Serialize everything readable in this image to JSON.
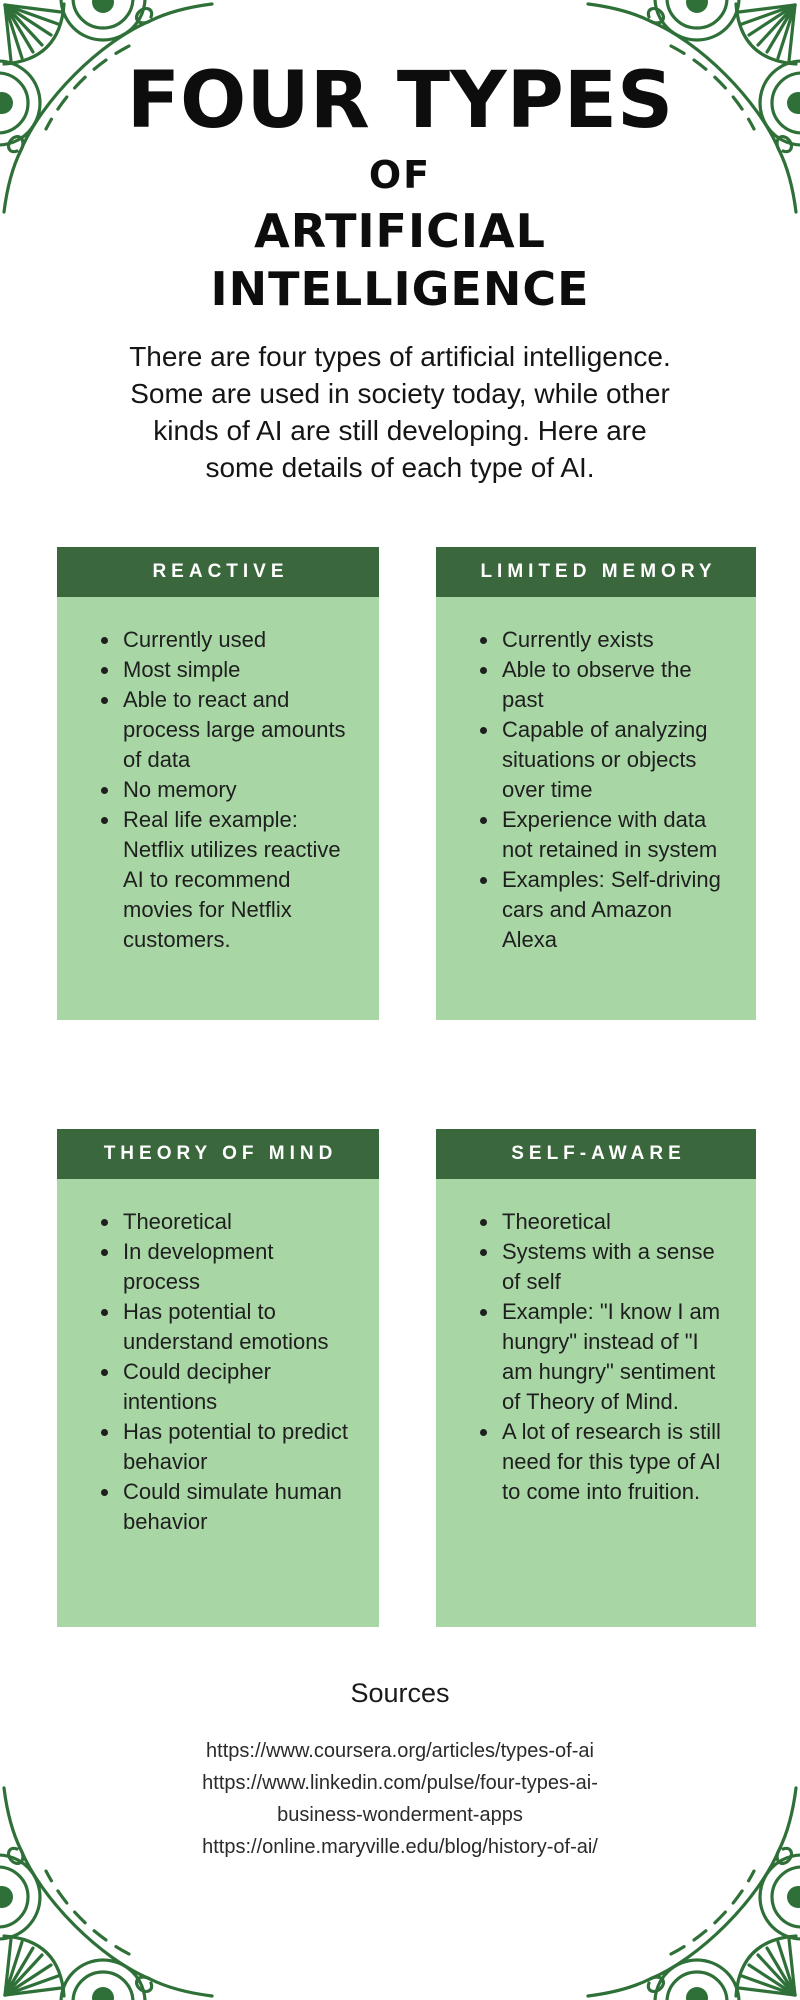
{
  "title": {
    "lines": [
      "FOUR TYPES",
      "OF",
      "ARTIFICIAL",
      "INTELLIGENCE"
    ]
  },
  "intro": "There are four types of artificial intelligence. Some are used in society today, while other kinds of AI are still developing. Here are some details of each type of AI.",
  "cards": [
    {
      "title": "REACTIVE",
      "bullets": [
        "Currently used",
        "Most simple",
        "Able to react and process large amounts of data",
        "No memory",
        "Real life example: Netflix utilizes reactive AI to recommend movies for Netflix customers."
      ]
    },
    {
      "title": "LIMITED MEMORY",
      "bullets": [
        "Currently exists",
        "Able to observe the past",
        "Capable of analyzing situations or objects over time",
        "Experience with data not retained in system",
        "Examples: Self-driving cars and Amazon Alexa"
      ]
    },
    {
      "title": "THEORY OF MIND",
      "bullets": [
        "Theoretical",
        "In development process",
        "Has potential to understand emotions",
        "Could decipher intentions",
        "Has potential to predict behavior",
        "Could simulate human behavior"
      ]
    },
    {
      "title": "SELF-AWARE",
      "bullets": [
        "Theoretical",
        "Systems with a sense of self",
        "Example: \"I know I am hungry\" instead of \"I am hungry\" sentiment of Theory of Mind.",
        "A lot of research is still need for this type of AI to come into fruition."
      ]
    }
  ],
  "sources": {
    "heading": "Sources",
    "items": [
      "https://www.coursera.org/articles/types-of-ai",
      "https://www.linkedin.com/pulse/four-types-ai-business-wonderment-apps",
      "https://online.maryville.edu/blog/history-of-ai/"
    ]
  },
  "colors": {
    "card_header_green": "#3a673c",
    "card_body_green": "#a8d7a5",
    "ornament_green": "#2f7038",
    "title_black": "#0d0d0d"
  }
}
